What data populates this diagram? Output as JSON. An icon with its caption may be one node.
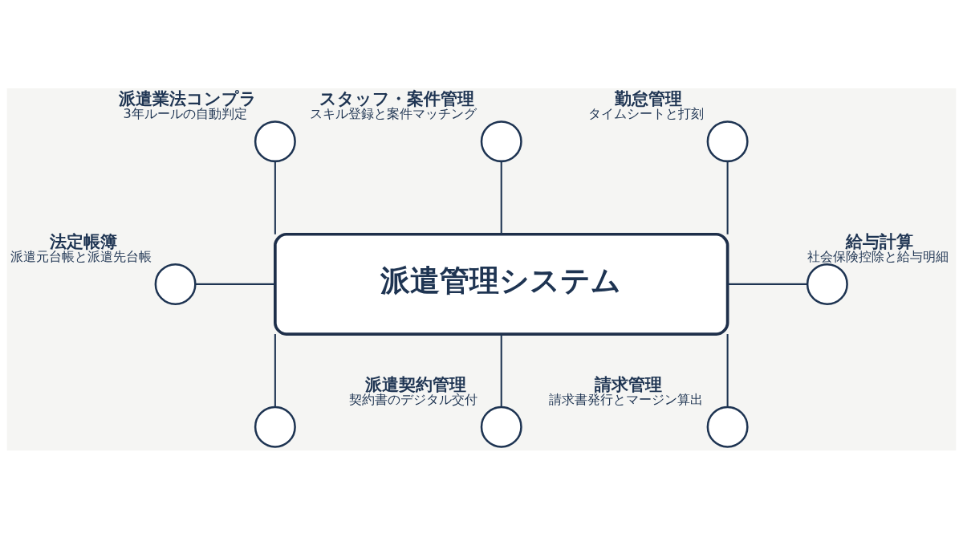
{
  "diagram": {
    "nodes": [
      {
        "text": [
          "派遣管理システム"
        ]
      },
      {
        "text": [],
        "shape": "circle",
        "beside": [
          "スタッフ・案件管理",
          "スキル登録と案件マッチング"
        ]
      },
      {
        "text": [],
        "shape": "circle",
        "beside": [
          "勤怠管理",
          "タイムシートと打刻"
        ]
      },
      {
        "text": [],
        "shape": "circle",
        "beside": [
          "派遣業法コンプラ",
          "3年ルールの自動判定"
        ]
      },
      {
        "text": [],
        "shape": "circle",
        "beside": [
          "給与計算",
          "社会保険控除と給与明細"
        ]
      },
      {
        "text": [],
        "shape": "circle",
        "beside": [
          "法定帳簿",
          "派遣元台帳と派遣先台帳"
        ]
      },
      {
        "text": [],
        "shape": "circle"
      },
      {
        "text": [],
        "shape": "circle",
        "beside": [
          "派遣契約管理",
          "契約書のデジタル交付"
        ]
      },
      {
        "text": [],
        "shape": "circle",
        "beside": [
          "請求管理",
          "請求書発行とマージン算出"
        ]
      }
    ],
    "edges": [
      {
        "from": 1,
        "to": 0,
        "arrow": "none"
      },
      {
        "from": 2,
        "to": 0,
        "arrow": "none"
      },
      {
        "from": 3,
        "to": 0,
        "arrow": "none"
      },
      {
        "from": 0,
        "to": 4,
        "arrow": "none"
      },
      {
        "from": 5,
        "to": 0,
        "arrow": "none"
      },
      {
        "from": 0,
        "to": 6,
        "arrow": "none"
      },
      {
        "from": 0,
        "to": 7,
        "arrow": "none"
      },
      {
        "from": 0,
        "to": 8,
        "arrow": "none"
      }
    ]
  }
}
